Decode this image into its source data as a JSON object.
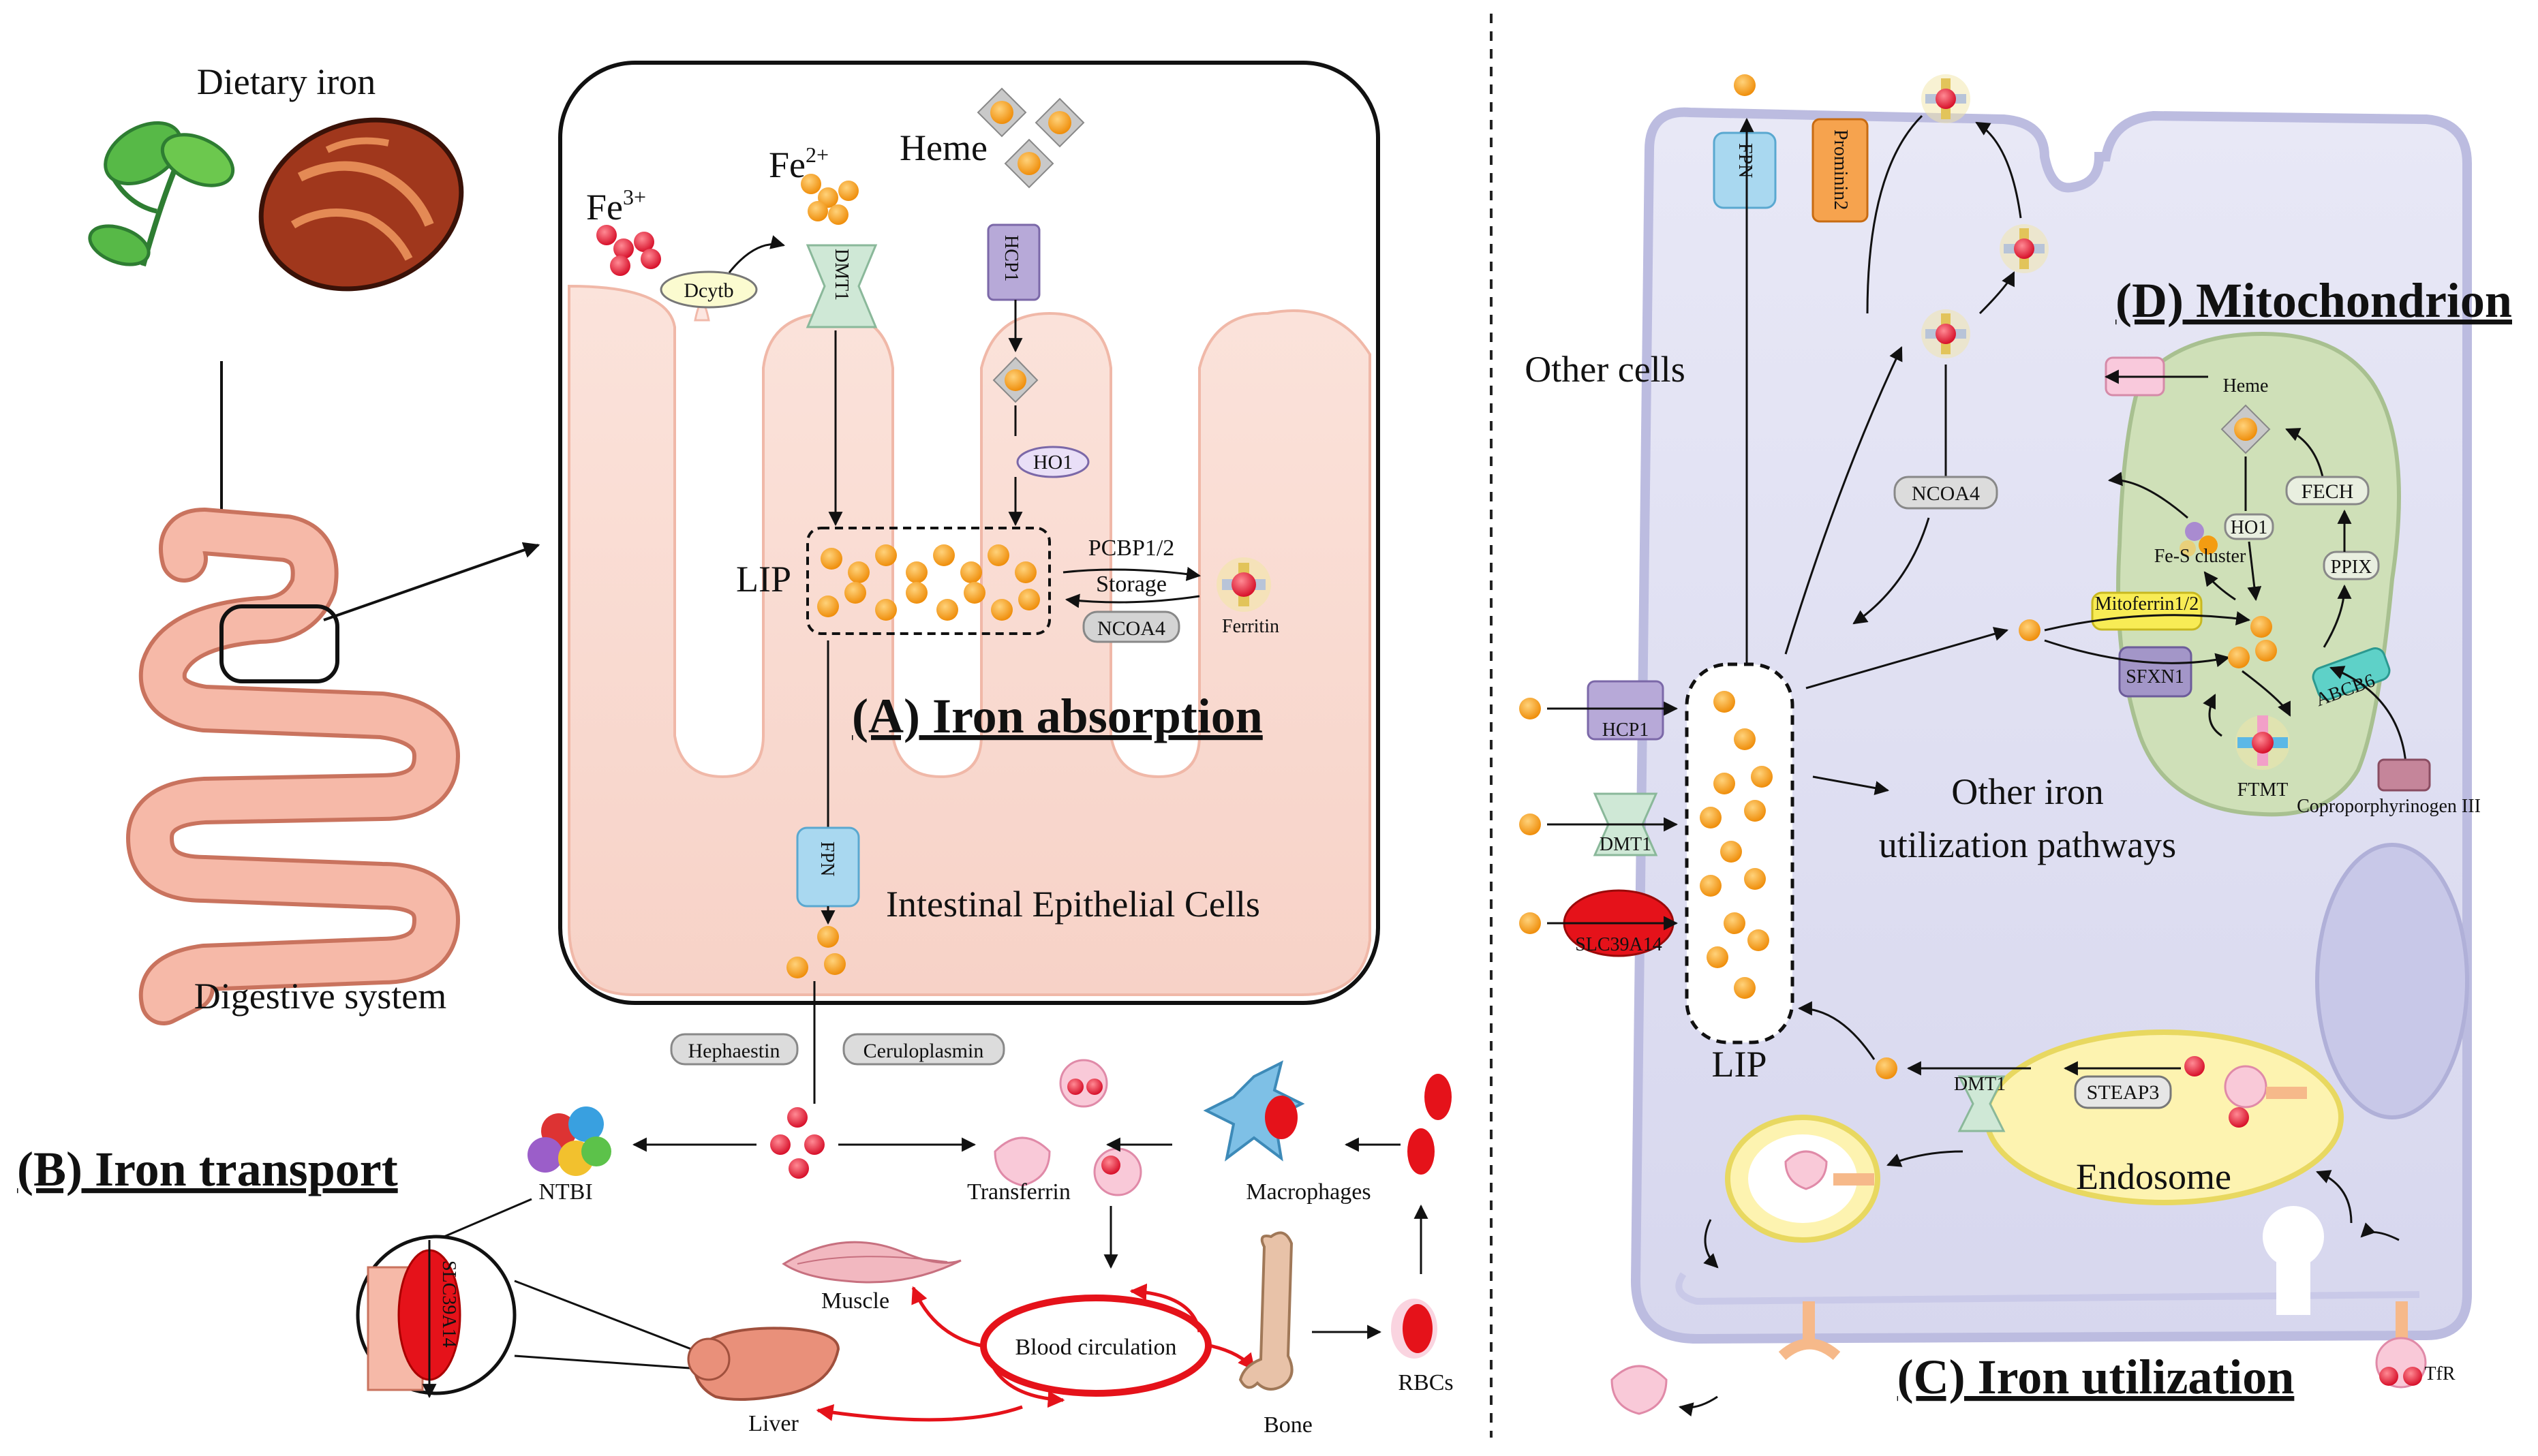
{
  "colors": {
    "iron_orange": "#f39c12",
    "iron_red": "#e8283a",
    "intestine_pink": "#f6c9bd",
    "cell_lavender": "#dcdcf0",
    "mito_green": "#cfe0b8",
    "endosome_yellow": "#fdf3b0",
    "blood_red": "#e5121a",
    "membrane_blue": "#a9d8f0",
    "dmt1_green": "#cfe8d6",
    "hcp1_purple": "#b7a9d8"
  },
  "panel_a": {
    "title": "(A) Iron absorption",
    "dietary_iron": "Dietary iron",
    "digestive_system": "Digestive system",
    "intestinal_cells": "Intestinal Epithelial Cells",
    "heme": "Heme",
    "fe3_base": "Fe",
    "fe3_sup": "3+",
    "fe2_base": "Fe",
    "fe2_sup": "2+",
    "dcytb": "Dcytb",
    "dmt1": "DMT1",
    "hcp1": "HCP1",
    "ho1": "HO1",
    "lip": "LIP",
    "pcbp": "PCBP1/2",
    "storage": "Storage",
    "ncoa4": "NCOA4",
    "ferritin": "Ferritin",
    "fpn": "FPN"
  },
  "panel_b": {
    "title": "(B) Iron transport",
    "hephaestin": "Hephaestin",
    "ceruloplasmin": "Ceruloplasmin",
    "ntbi": "NTBI",
    "transferrin": "Transferrin",
    "macrophages": "Macrophages",
    "muscle": "Muscle",
    "blood_circulation": "Blood circulation",
    "liver": "Liver",
    "bone": "Bone",
    "rbcs": "RBCs",
    "slc39a14": "SLC39A14"
  },
  "panel_c": {
    "title": "(C) Iron utilization",
    "other_cells": "Other cells",
    "fpn": "FPN",
    "prominin2": "Prominin2",
    "ncoa4": "NCOA4",
    "hcp1": "HCP1",
    "dmt1": "DMT1",
    "slc39a14": "SLC39A14",
    "lip": "LIP",
    "other_pathways_1": "Other iron",
    "other_pathways_2": "utilization pathways",
    "dmt1_endo": "DMT1",
    "steap3": "STEAP3",
    "endosome": "Endosome",
    "tfr": "TfR"
  },
  "panel_d": {
    "title": "(D) Mitochondrion",
    "heme": "Heme",
    "fech": "FECH",
    "ho1": "HO1",
    "fes_cluster": "Fe-S cluster",
    "ppix": "PPIX",
    "mitoferrin": "Mitoferrin1/2",
    "sfxn1": "SFXN1",
    "abcb6": "ABCB6",
    "ftmt": "FTMT",
    "coproporphyrinogen": "Coproporphyrinogen III"
  }
}
